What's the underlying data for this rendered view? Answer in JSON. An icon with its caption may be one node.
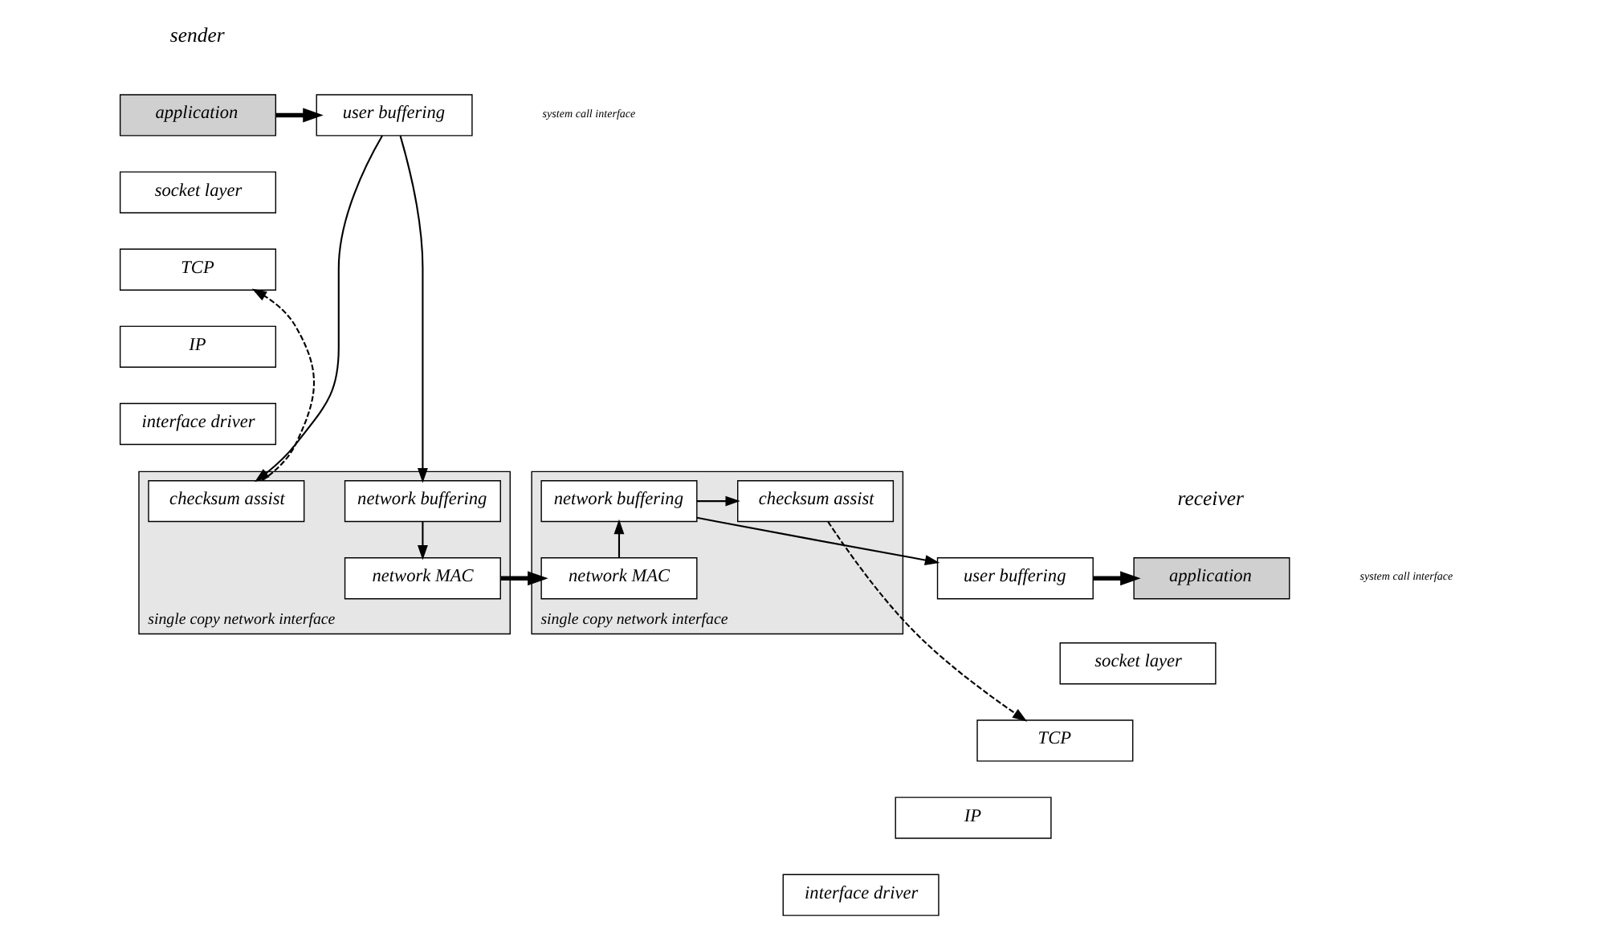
{
  "diagram": {
    "nodes": [
      {
        "text": [
          "application"
        ]
      },
      {
        "text": [
          "user buffering"
        ]
      },
      {
        "text": [
          "socket layer"
        ]
      },
      {
        "text": [
          "TCP"
        ]
      },
      {
        "text": [
          "IP"
        ]
      },
      {
        "text": [
          "interface driver"
        ]
      },
      {
        "text": [
          "single copy network interface"
        ]
      },
      {
        "text": [
          "network buffering"
        ],
        "in": 6
      },
      {
        "text": [
          "checksum assist"
        ],
        "in": 6
      },
      {
        "text": [
          "network MAC"
        ],
        "in": 6
      },
      {
        "text": [
          "application"
        ]
      },
      {
        "text": [
          "user buffering"
        ]
      },
      {
        "text": [
          "socket layer"
        ]
      },
      {
        "text": [
          "TCP"
        ]
      },
      {
        "text": [
          "IP"
        ]
      },
      {
        "text": [
          "interface driver"
        ]
      },
      {
        "text": [
          "single copy network interface"
        ]
      },
      {
        "text": [
          "checksum assist"
        ],
        "in": 16
      },
      {
        "text": [
          "network MAC"
        ],
        "in": 16
      },
      {
        "text": [
          "network buffering"
        ],
        "in": 16
      }
    ],
    "edges": [
      {
        "from": 0,
        "to": 1,
        "arrow": "to",
        "style": "thick"
      },
      {
        "from": 1,
        "to": 7,
        "arrow": "to"
      },
      {
        "from": 1,
        "to": 8,
        "arrow": "to"
      },
      {
        "from": 7,
        "to": 9,
        "arrow": "to"
      },
      {
        "from": 8,
        "to": 3,
        "arrow": "to",
        "style": "dashed"
      },
      {
        "from": 9,
        "to": 18,
        "arrow": "to",
        "style": "thick"
      },
      {
        "from": 17,
        "to": 13,
        "arrow": "to",
        "style": "dashed"
      },
      {
        "from": 18,
        "to": 19,
        "arrow": "to"
      },
      {
        "from": 19,
        "to": 11,
        "arrow": "to"
      },
      {
        "from": 19,
        "to": 17,
        "arrow": "to"
      },
      {
        "from": 11,
        "to": 10,
        "arrow": "to",
        "style": "thick"
      }
    ],
    "labels": [
      "sender",
      "receiver",
      "system call interface",
      "system call interface"
    ]
  }
}
